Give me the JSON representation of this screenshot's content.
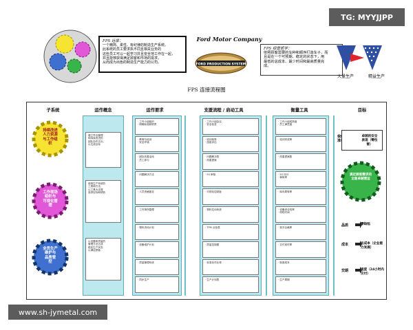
{
  "header": {
    "def_title": "FPS 远景：",
    "def_lines": [
      "一个精简、柔性、有纪律的制造生产系统。",
      "此系统的员工要求执不同且相关业务的",
      "这些员工可以一起学习并且安全地工作在一起，",
      "并且能够获得满足顾客和市场的需求，",
      "从而成为出色的制造生产能力的公司。"
    ],
    "ford_title": "Ford Motor Company",
    "logo_text": "FORD PRODUCTION SYSTEM",
    "phil_title": "FPS 经营哲学：",
    "phil_lines": [
      "依照顾客需要的车种和顺序打造车子，而",
      "且是在一个可预期、稳定的状态下，用",
      "最低的总成本、最少时间和最高质量完",
      "成。"
    ],
    "mass_label": "大量生产",
    "lean_label": "精益生产",
    "flow_title": "FPS 连接流程图"
  },
  "watermark_top": "TG: MYYJJPP",
  "watermark_bottom": "www.sh-jymetal.com",
  "columns": [
    "子系统",
    "运作概念",
    "运作要求",
    "支援流程 / 启动工具",
    "衡量工具",
    "目标"
  ],
  "subsystems": [
    "持续改进\n人力资源\n与工作组\n织",
    "工作现场\n组织与\n可视化管\n理",
    "全员生产\n维护与\n品质管\n控"
  ],
  "concepts": [
    [
      "建立符合管理",
      "和持续改进的",
      "团队协作文化，",
      "以达成目标"
    ],
    [
      "使用生产系统的",
      "工具和方法，",
      "以工具为支撑",
      "追求目标和绩效"
    ],
    [
      "以设备和质量的",
      "管理方法达成",
      "稳定生产状态",
      "以满足顾客"
    ]
  ],
  "requirements": [
    [
      "· 工作小组组织",
      "· 明确标准和职责"
    ],
    [
      "· 教育与培训",
      "· 安全环境"
    ],
    [
      "· 团队改善活动",
      "· 员工参与"
    ],
    [
      "· 问题解决方法"
    ],
    [
      "· 人员资格鉴定"
    ],
    [
      "· 工作场所整理"
    ],
    [
      "· 物料流动计划"
    ],
    [
      "· 设备维护计划"
    ],
    [
      "· 质量管理系统"
    ],
    [
      "· 同步生产"
    ]
  ],
  "tools": [
    [
      "· 工作小组会议",
      "· 安全检查"
    ],
    [
      "· 培训矩阵",
      "· 技能评估"
    ],
    [
      "· 问题解决表",
      "· 改善提案"
    ],
    [
      "· 5S 审核"
    ],
    [
      "· 可视化控制板"
    ],
    [
      "· 物料拉动系统"
    ],
    [
      "· TPM 点检表"
    ],
    [
      "· 质量控制图"
    ],
    [
      "· 标准化作业单"
    ],
    [
      "· 生产计划表"
    ]
  ],
  "measures": [
    [
      "· 工作小组成熟度",
      "· 员工满意度"
    ],
    [
      "· 培训完成率"
    ],
    [
      "· 改善提案数"
    ],
    [
      "· 5S 评分",
      "· 事故率"
    ],
    [
      "· 库存周转率"
    ],
    [
      "· 设备综合效率",
      "· 停机时间"
    ],
    [
      "· 首次合格率"
    ],
    [
      "· 交付准时率"
    ],
    [
      "· 制造成本"
    ],
    [
      "· 生产周期"
    ]
  ],
  "goals": {
    "top_left": "我们的安全准备",
    "top_right": "卓越的安全表现（零伤害）",
    "center_gear": "满足顾客需求的全面卓越营运",
    "rows": [
      {
        "label": "品质",
        "value": "零缺陷"
      },
      {
        "label": "成本",
        "value": "总成本（企业能力发展）"
      },
      {
        "label": "交期",
        "value": "速度（24小时内交付）"
      }
    ]
  },
  "colors": {
    "cyan": "#bde9ee",
    "gear_yellow": "#f6e332",
    "gear_magenta": "#e256d8",
    "gear_blue": "#3f70cf",
    "gear_green": "#39b44a",
    "logo_brown": "#b38a3f"
  }
}
